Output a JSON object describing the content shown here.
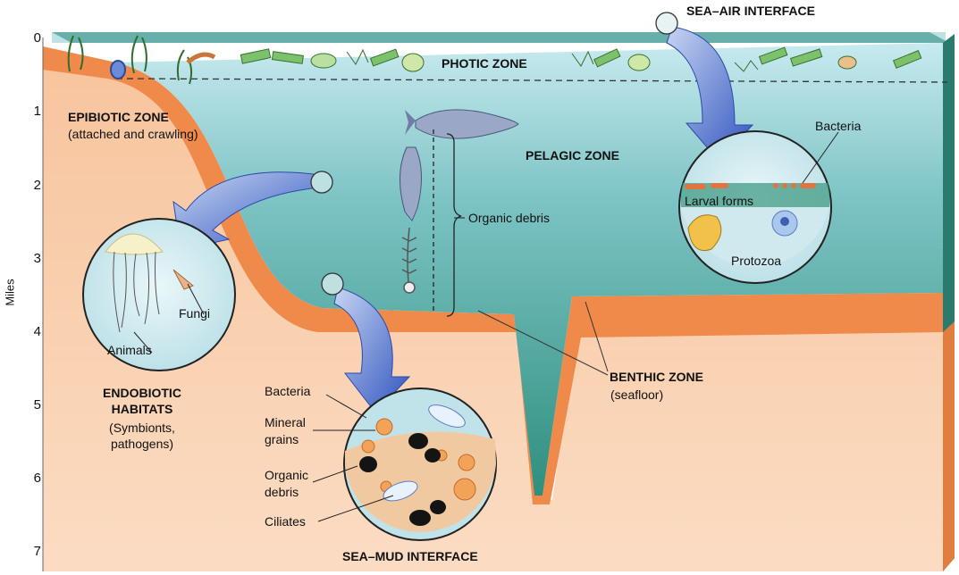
{
  "axis": {
    "title": "Miles",
    "ticks": [
      "0",
      "1",
      "2",
      "3",
      "4",
      "5",
      "6",
      "7"
    ]
  },
  "zones": {
    "sea_air": "SEA–AIR INTERFACE",
    "photic": "PHOTIC ZONE",
    "pelagic": "PELAGIC ZONE",
    "epibiotic": "EPIBIOTIC ZONE",
    "epibiotic_sub": "(attached and crawling)",
    "endobiotic_1": "ENDOBIOTIC",
    "endobiotic_2": "HABITATS",
    "endobiotic_sub1": "(Symbionts,",
    "endobiotic_sub2": "pathogens)",
    "benthic": "BENTHIC ZONE",
    "benthic_sub": "(seafloor)",
    "sea_mud": "SEA–MUD INTERFACE"
  },
  "labels": {
    "organic_debris": "Organic debris",
    "air_bacteria": "Bacteria",
    "larval_forms": "Larval forms",
    "protozoa": "Protozoa",
    "fungi": "Fungi",
    "animals": "Animals",
    "mud_bacteria": "Bacteria",
    "mineral_1": "Mineral",
    "mineral_2": "grains",
    "organic_1": "Organic",
    "organic_2": "debris",
    "ciliates": "Ciliates"
  },
  "colors": {
    "water_top": "#bfe6ee",
    "water_deep": "#3f9e8e",
    "sediment": "#f0955a",
    "sediment_light": "#f8c8a0",
    "arrow": "#3a62c4",
    "inset_bg": "#d7eef3"
  }
}
